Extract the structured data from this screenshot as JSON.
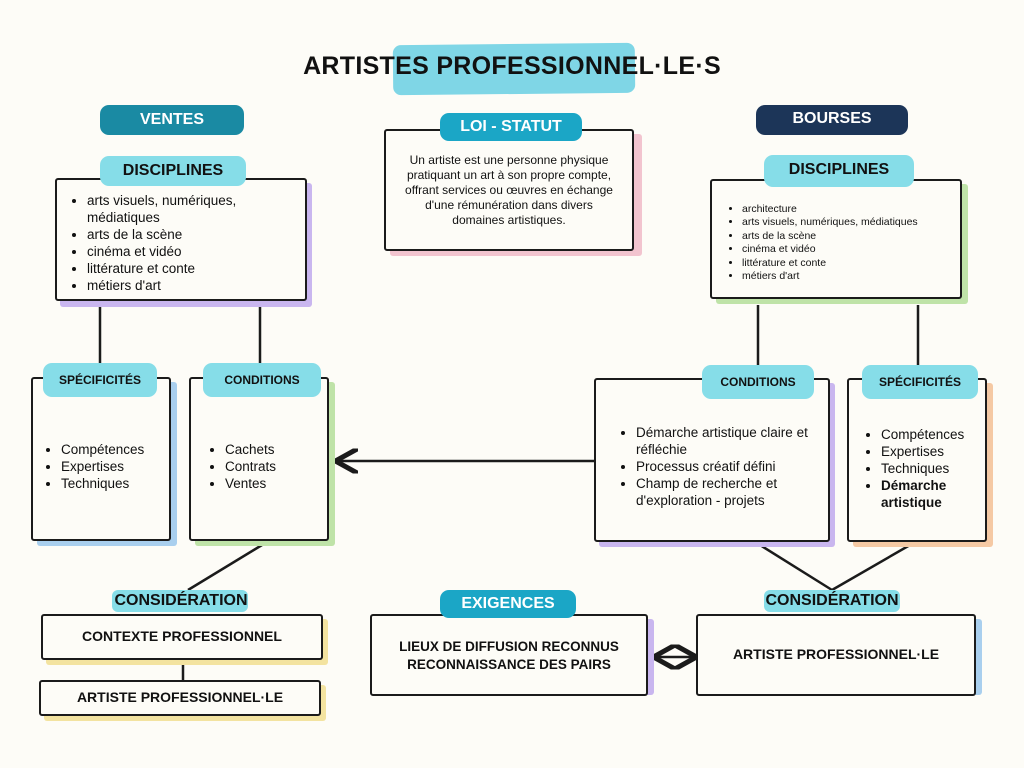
{
  "title": "ARTISTES PROFESSIONNEL·LE·S",
  "ventes": {
    "label": "VENTES",
    "disciplines_label": "DISCIPLINES",
    "disciplines": [
      "arts visuels, numériques, médiatiques",
      "arts de la scène",
      "cinéma et vidéo",
      "littérature et conte",
      "métiers d'art"
    ],
    "specificites_label": "SPÉCIFICITÉS",
    "specificites": [
      "Compétences",
      "Expertises",
      "Techniques"
    ],
    "conditions_label": "CONDITIONS",
    "conditions": [
      "Cachets",
      "Contrats",
      "Ventes"
    ],
    "consideration_label": "CONSIDÉRATION",
    "contexte": "CONTEXTE PROFESSIONNEL",
    "artiste": "ARTISTE PROFESSIONNEL·LE"
  },
  "loi": {
    "label": "LOI - STATUT",
    "text": "Un artiste est une personne physique pratiquant un art à son propre compte, offrant services ou œuvres en échange d'une rémunération dans divers domaines artistiques."
  },
  "bourses": {
    "label": "BOURSES",
    "disciplines_label": "DISCIPLINES",
    "disciplines": [
      "architecture",
      "arts visuels, numériques, médiatiques",
      "arts de la scène",
      "cinéma et vidéo",
      "littérature et conte",
      "métiers d'art"
    ],
    "conditions_label": "CONDITIONS",
    "conditions": [
      "Démarche artistique claire et réfléchie",
      "Processus créatif défini",
      "Champ de recherche et d'exploration - projets"
    ],
    "specificites_label": "SPÉCIFICITÉS",
    "specificites": [
      "Compétences",
      "Expertises",
      "Techniques"
    ],
    "specificites_bold": "Démarche artistique",
    "consideration_label": "CONSIDÉRATION",
    "artiste": "ARTISTE PROFESSIONNEL·LE"
  },
  "exigences": {
    "label": "EXIGENCES",
    "line1": "LIEUX DE DIFFUSION RECONNUS",
    "line2": "RECONNAISSANCE DES PAIRS"
  },
  "colors": {
    "teal_dark": "#1a8aa3",
    "navy": "#1c3558",
    "teal_mid": "#1ba6c6",
    "teal_light": "#86dde8",
    "shadow_purple": "#c9b6ef",
    "shadow_blue": "#a9cfee",
    "shadow_green": "#bfe3a8",
    "shadow_yellow": "#f3e3a0",
    "shadow_pink": "#f2c4cf",
    "shadow_orange": "#f5c9a4"
  }
}
